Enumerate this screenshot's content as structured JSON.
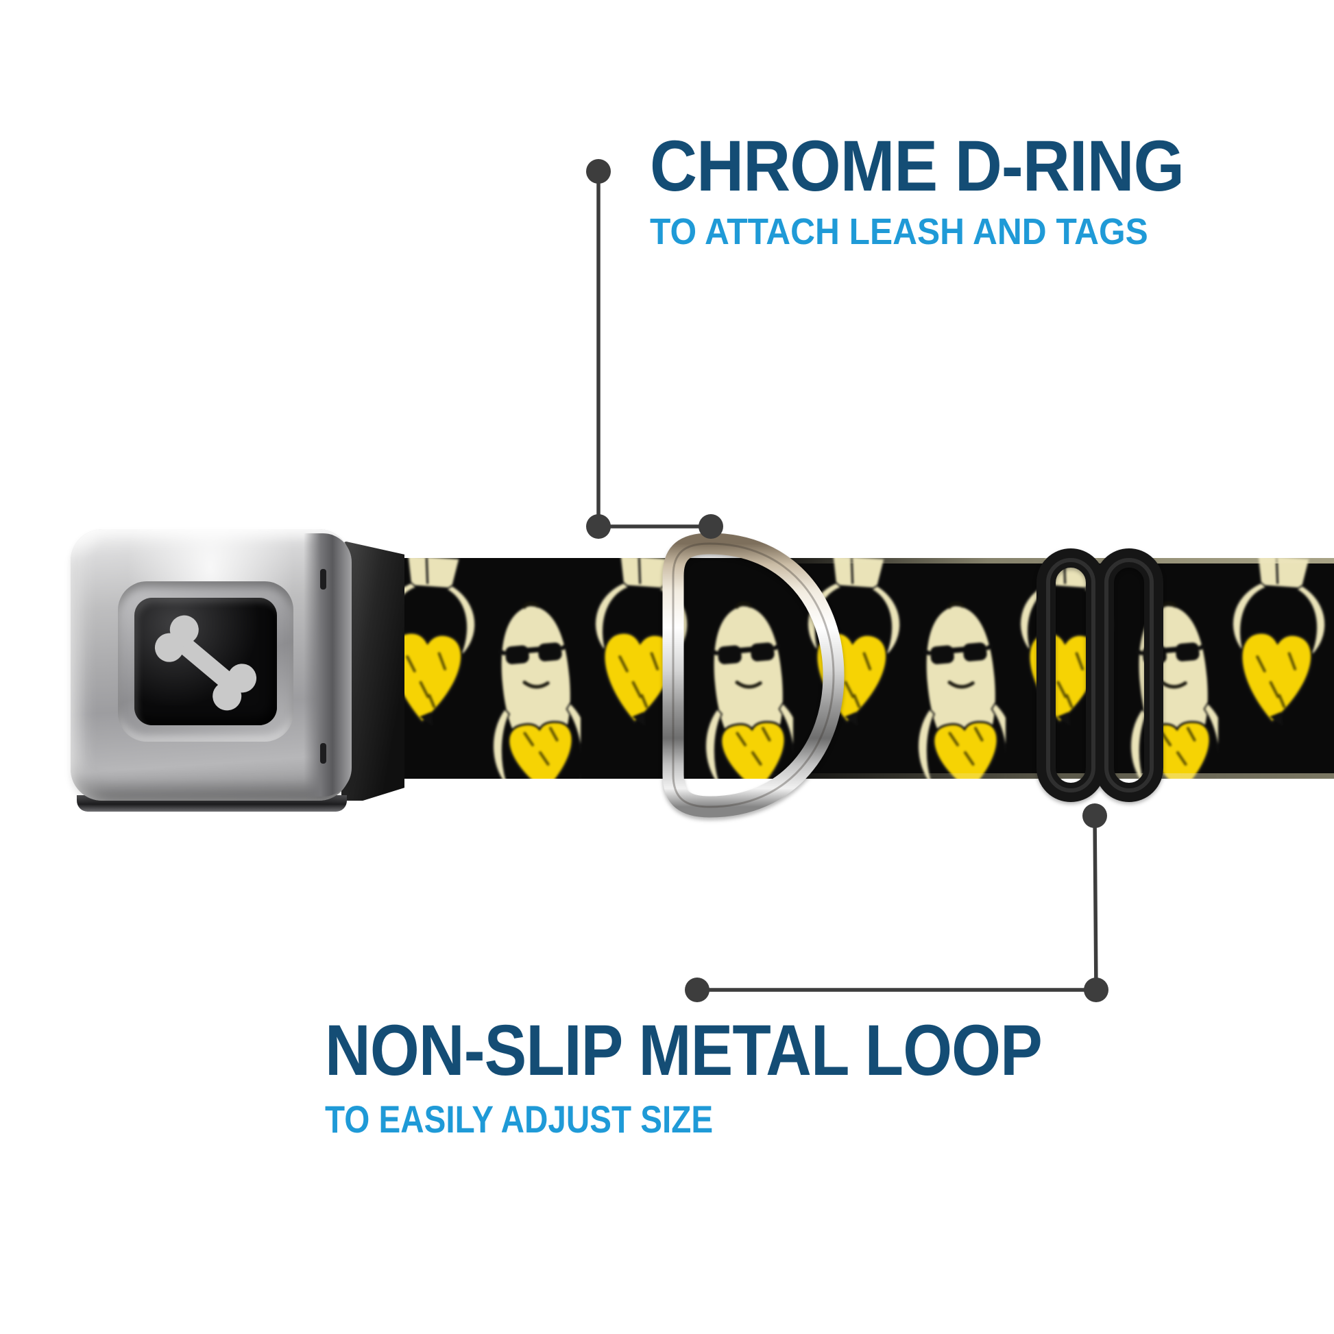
{
  "annotations": {
    "top": {
      "title": "CHROME D-RING",
      "subtitle": "TO ATTACH LEASH AND TAGS"
    },
    "bottom": {
      "title": "NON-SLIP METAL LOOP",
      "subtitle": "TO EASILY ADJUST SIZE"
    }
  },
  "colors": {
    "title_blue": "#144d75",
    "subtitle_blue": "#1f9ad7",
    "callout_gray": "#3d3d3d",
    "strap_black": "#0a0a0a",
    "banana_yellow": "#f6d304",
    "banana_cream": "#eae3b8",
    "chrome_light": "#f2f2f2",
    "slider_black": "#161616",
    "bone_gray": "#c9c9c9"
  },
  "product": {
    "strap_pattern": "bananas-with-sunglasses-on-black",
    "buckle_logo": "dog-bone",
    "hardware": [
      {
        "name": "seatbelt-buckle"
      },
      {
        "name": "chrome-d-ring"
      },
      {
        "name": "non-slip-metal-loop-slider"
      }
    ]
  }
}
